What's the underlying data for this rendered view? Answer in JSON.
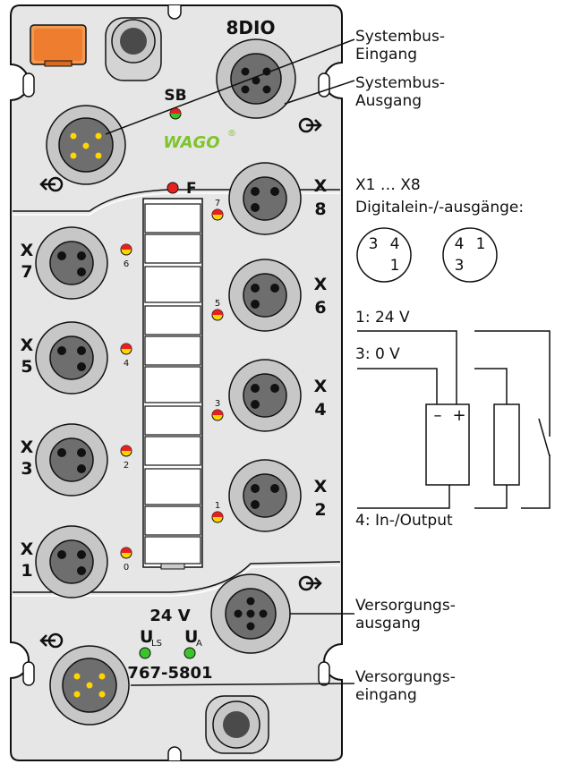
{
  "device": {
    "model_name": "8DIO",
    "article_number": "767-5801",
    "brand": "WAGO",
    "sb_label": "SB",
    "f_label": "F",
    "supply_voltage": "24 V",
    "u_label": "U",
    "u_ls_sub": "LS",
    "u_a_sub": "A",
    "x_letter": "X",
    "ports_left": [
      "7",
      "5",
      "3",
      "1"
    ],
    "ports_right": [
      "8",
      "6",
      "4",
      "2"
    ],
    "led_numbers_left": [
      "6",
      "4",
      "2",
      "0"
    ],
    "led_numbers_right": [
      "7",
      "5",
      "3",
      "1"
    ]
  },
  "callouts": {
    "systembus_in": [
      "Systembus-",
      "Eingang"
    ],
    "systembus_out": [
      "Systembus-",
      "Ausgang"
    ],
    "supply_out": [
      "Versorgungs-",
      "ausgang"
    ],
    "supply_in": [
      "Versorgungs-",
      "eingang"
    ]
  },
  "pin_legend": {
    "title": "X1 … X8",
    "subtitle": "Digitalein-/-ausgänge:",
    "female_pins": [
      "3",
      "4",
      "1"
    ],
    "male_pins": [
      "4",
      "1",
      "3"
    ]
  },
  "wiring": {
    "pin1": "1: 24 V",
    "pin3": "3: 0 V",
    "pin4": "4: In-/Output",
    "minus": "–",
    "plus": "+"
  },
  "colors": {
    "housing": "#e6e6e6",
    "connector_ring": "#c7c7c7",
    "connector_core": "#6e6e6e",
    "led_green": "#39c52a",
    "led_red": "#e62020",
    "led_yellow": "#ffd500",
    "cover_orange": "#ee7d2f",
    "brand_green": "#7ec42a"
  }
}
